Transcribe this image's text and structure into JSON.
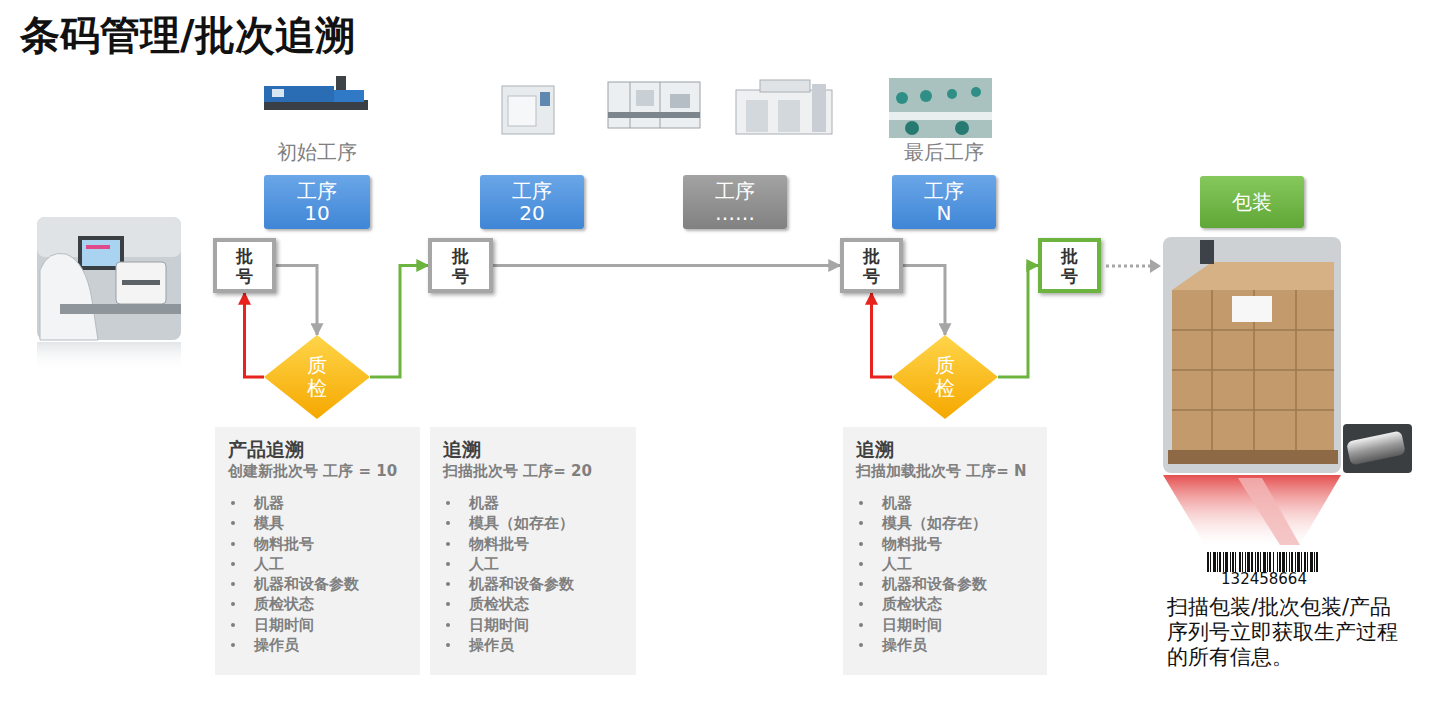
{
  "diagram": {
    "title": "条码管理/批次追溯",
    "nodes": [
      {
        "text": [
          "初始工序",
          "工序 10"
        ]
      },
      {
        "text": [
          "工序 20"
        ]
      },
      {
        "text": [
          "工序 ……"
        ]
      },
      {
        "text": [
          "最后工序",
          "工序 N"
        ]
      },
      {
        "text": [
          "包装"
        ]
      },
      {
        "text": [
          "批 号"
        ]
      },
      {
        "text": [
          "批 号"
        ]
      },
      {
        "text": [
          "批 号"
        ]
      },
      {
        "text": [
          "批 号"
        ]
      },
      {
        "text": [
          "质 检"
        ]
      },
      {
        "text": [
          "质 检"
        ]
      },
      {
        "text": [
          "产品追溯",
          "创建新批次号 工序 = 10",
          "机器",
          "模具",
          "物料批号",
          "人工",
          "机器和设备参数",
          "质检状态",
          "日期时间",
          "操作员"
        ]
      },
      {
        "text": [
          "追溯",
          "扫描批次号 工序= 20",
          "机器",
          "模具（如存在）",
          "物料批号",
          "人工",
          "机器和设备参数",
          "质检状态",
          "日期时间",
          "操作员"
        ]
      },
      {
        "text": [
          "追溯",
          "扫描加载批次号 工序= N",
          "机器",
          "模具（如存在）",
          "物料批号",
          "人工",
          "机器和设备参数",
          "质检状态",
          "日期时间",
          "操作员"
        ]
      }
    ],
    "edges": [
      {
        "from": 5,
        "to": 9,
        "arrow": "to"
      },
      {
        "from": 9,
        "to": 5,
        "arrow": "to"
      },
      {
        "from": 9,
        "to": 6,
        "arrow": "to"
      },
      {
        "from": 6,
        "to": 7,
        "arrow": "to"
      },
      {
        "from": 7,
        "to": 10,
        "arrow": "to"
      },
      {
        "from": 10,
        "to": 7,
        "arrow": "to"
      },
      {
        "from": 10,
        "to": 8,
        "arrow": "to"
      }
    ],
    "labels": [
      "132458664",
      "扫描包装/批次包装/产品序列号立即获取生产过程的所有信息。"
    ]
  }
}
